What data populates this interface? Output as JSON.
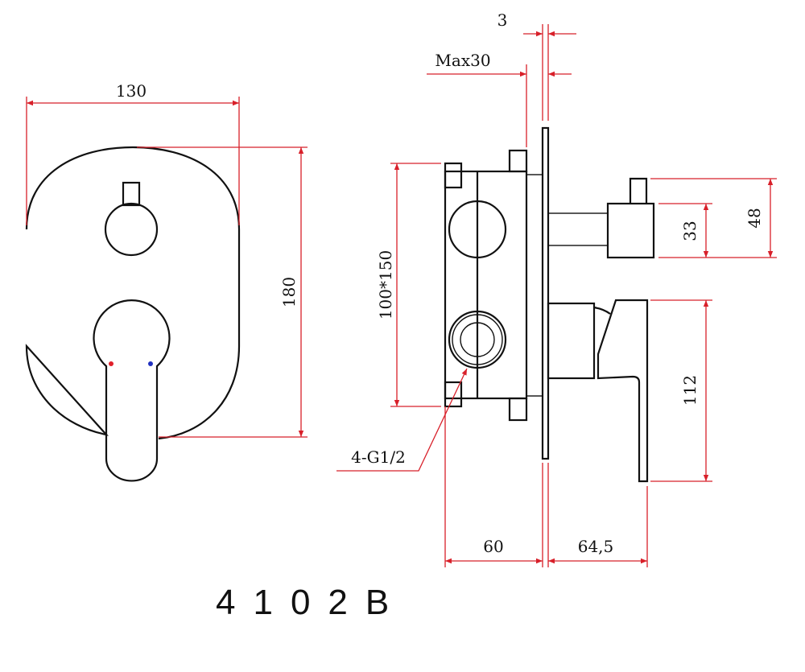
{
  "dimensions": {
    "width_front": "130",
    "height_front": "180",
    "plate_thickness": "3",
    "max_wall": "Max30",
    "box_size": "100*150",
    "knob_height": "33",
    "knob_total": "48",
    "handle_height": "112",
    "box_depth": "60",
    "projection": "64,5",
    "connection": "4-G1/2"
  },
  "model": "4102B",
  "colors": {
    "dimension": "#d8202a",
    "hot": "#e0202a",
    "cold": "#2030c0"
  }
}
